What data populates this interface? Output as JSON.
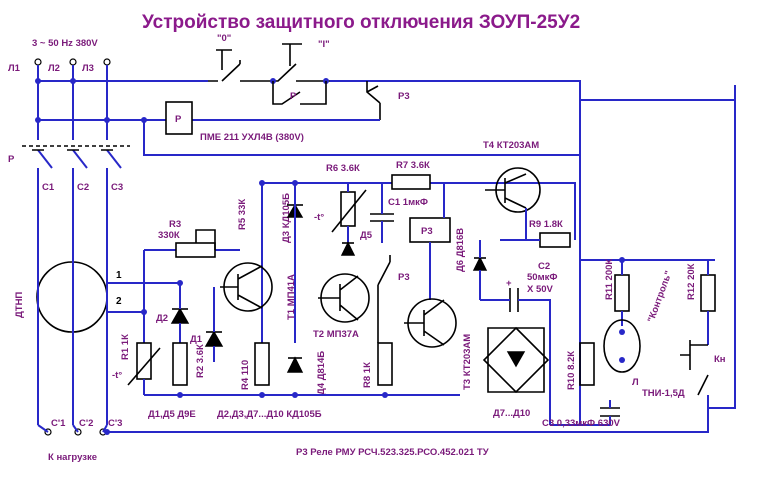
{
  "title": "Устройство защитного отключения ЗОУП-25У2",
  "supply": "3 ~ 50 Hz 380V",
  "lines": [
    "Л1",
    "Л2",
    "Л3"
  ],
  "contacts_in": [
    "С1",
    "С2",
    "С3"
  ],
  "contacts_out": [
    "С'1",
    "С'2",
    "С'3"
  ],
  "load": "К нагрузке",
  "relay_p": "Р",
  "pme": "ПМЕ 211 УХЛ4В (380V)",
  "btn_off": "\"0\"",
  "btn_on": "\"I\"",
  "p_contact": "Р",
  "p3_contact": "Р3",
  "p3_contact2": "Р3",
  "dtnp": "ДТНП",
  "term1": "1",
  "term2": "2",
  "t4": "Т4 КТ203АМ",
  "r6": "R6 3.6К",
  "r7": "R7 3.6К",
  "r5": "R5 33К",
  "d3": "Д3 КД105Б",
  "r3a": "R3",
  "r3b": "330К",
  "temp1": "-t°",
  "temp2": "-t°",
  "c1": "С1 1мкФ",
  "p3_box": "Р3",
  "d5": "Д5",
  "r9": "R9 1.8К",
  "d6": "Д6 Д816В",
  "c2a": "С2",
  "c2b": "50мкФ",
  "c2c": "Х 50V",
  "plus": "+",
  "d2": "Д2",
  "d1": "Д1",
  "r1": "R1 1К",
  "r2": "R2 3.6К",
  "r4": "R4 110",
  "t1": "Т1 МП41А",
  "t2": "Т2 МП37А",
  "d4": "Д4 Д814Б",
  "r8": "R8 1К",
  "t3": "Т3 КТ203АМ",
  "r10": "R10 8.2К",
  "r11": "R11 200К",
  "r12": "R12 20К",
  "kontrol": "\"Контроль\"",
  "kn": "Кн",
  "lamp_l": "Л",
  "tni": "ТНИ-1,5Д",
  "note1": "Д1,Д5 Д9Е",
  "note2": "Д2,Д3,Д7...Д10 КД105Б",
  "note3": "Д7...Д10",
  "c3": "С3 0,33мкФ 630V",
  "p3_relay": "Р3 Реле РМУ РСЧ.523.325.РСО.452.021 ТУ"
}
